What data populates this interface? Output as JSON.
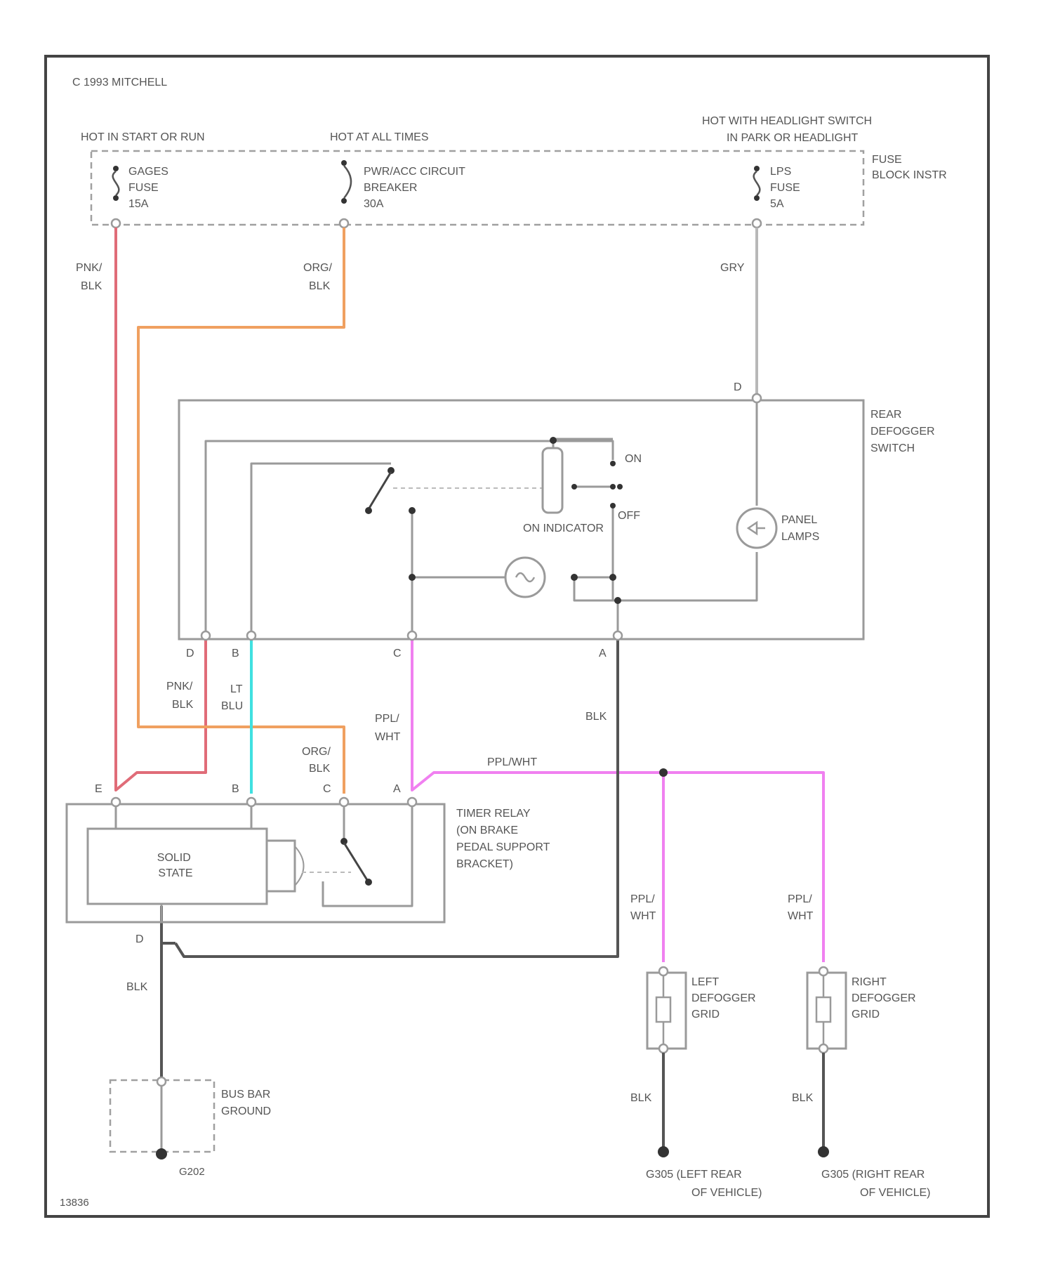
{
  "copyright": "C 1993 MITCHELL",
  "figure_id": "13836",
  "colors": {
    "pnk_blk": "#e06c78",
    "org_blk": "#f0a060",
    "lt_blu": "#40e0e0",
    "ppl_wht": "#f080f0",
    "gry": "#b8b8b8",
    "blk": "#555555"
  },
  "fuse_block": {
    "label_lines": [
      "FUSE",
      "BLOCK INSTR"
    ],
    "sources": [
      {
        "header": [
          "HOT IN START OR RUN"
        ],
        "name_lines": [
          "GAGES",
          "FUSE",
          "15A"
        ]
      },
      {
        "header": [
          "HOT AT ALL TIMES"
        ],
        "name_lines": [
          "PWR/ACC CIRCUIT",
          "BREAKER",
          "30A"
        ]
      },
      {
        "header": [
          "HOT WITH HEADLIGHT SWITCH",
          "IN PARK OR HEADLIGHT"
        ],
        "name_lines": [
          "LPS",
          "FUSE",
          "5A"
        ]
      }
    ]
  },
  "wire_labels": {
    "pnk_blk_top": [
      "PNK/",
      "BLK"
    ],
    "org_blk_top": [
      "ORG/",
      "BLK"
    ],
    "gry": [
      "GRY"
    ],
    "pnk_blk_mid": [
      "PNK/",
      "BLK"
    ],
    "lt_blu": [
      "LT",
      "BLU"
    ],
    "ppl_wht_mid": [
      "PPL/",
      "WHT"
    ],
    "blk_mid": [
      "BLK"
    ],
    "org_blk_mid": [
      "ORG/",
      "BLK"
    ],
    "ppl_wht_horiz": [
      "PPL/WHT"
    ],
    "ppl_wht_left": [
      "PPL/",
      "WHT"
    ],
    "ppl_wht_right": [
      "PPL/",
      "WHT"
    ],
    "blk_ground": [
      "BLK"
    ],
    "blk_left_grid": [
      "BLK"
    ],
    "blk_right_grid": [
      "BLK"
    ]
  },
  "switch": {
    "label_lines": [
      "REAR",
      "DEFOGGER",
      "SWITCH"
    ],
    "top_pin": "D",
    "bottom_pins": [
      "D",
      "B",
      "C",
      "A"
    ],
    "on_label": "ON",
    "off_label": "OFF",
    "indicator_label": "ON INDICATOR",
    "panel_lamps_lines": [
      "PANEL",
      "LAMPS"
    ]
  },
  "relay": {
    "label_lines": [
      "TIMER RELAY",
      "(ON BRAKE",
      "PEDAL SUPPORT",
      "BRACKET)"
    ],
    "pins": [
      "E",
      "B",
      "C",
      "A"
    ],
    "ground_pin": "D",
    "solid_state_lines": [
      "SOLID",
      "STATE"
    ]
  },
  "ground_box": {
    "label_lines": [
      "BUS BAR",
      "GROUND"
    ],
    "ground_id": "G202"
  },
  "grids": [
    {
      "label_lines": [
        "LEFT",
        "DEFOGGER",
        "GRID"
      ],
      "ground_lines": [
        "G305   (LEFT REAR",
        "OF VEHICLE)"
      ]
    },
    {
      "label_lines": [
        "RIGHT",
        "DEFOGGER",
        "GRID"
      ],
      "ground_lines": [
        "G305   (RIGHT REAR",
        "OF VEHICLE)"
      ]
    }
  ]
}
